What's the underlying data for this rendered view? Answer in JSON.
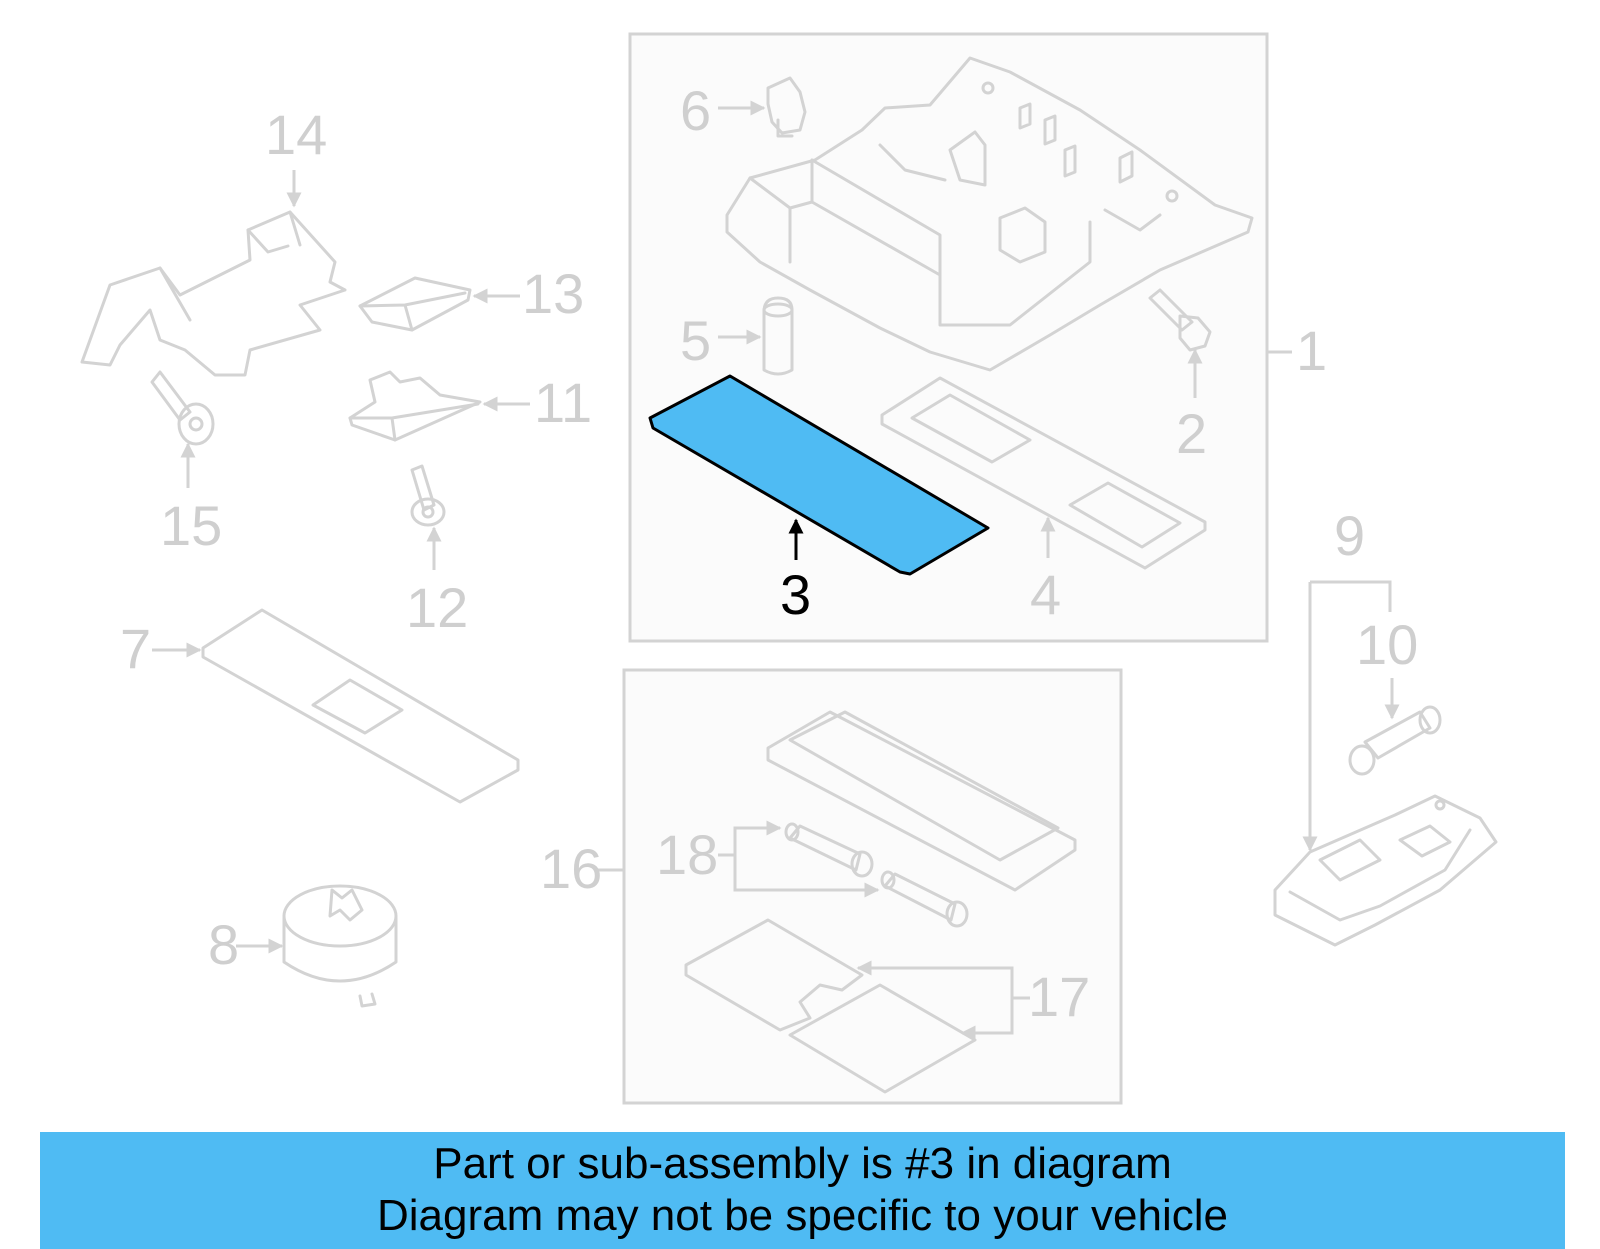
{
  "colors": {
    "highlight_fill": "#4fbbf3",
    "highlight_stroke": "#000000",
    "part_stroke": "#d3d3d3",
    "label_color": "#cfcfcf",
    "banner_background": "#4fbbf3"
  },
  "highlighted_part": "3",
  "callouts": {
    "c1": "1",
    "c2": "2",
    "c3": "3",
    "c4": "4",
    "c5": "5",
    "c6": "6",
    "c7": "7",
    "c8": "8",
    "c9": "9",
    "c10": "10",
    "c11": "11",
    "c12": "12",
    "c13": "13",
    "c14": "14",
    "c15": "15",
    "c16": "16",
    "c17": "17",
    "c18": "18"
  },
  "banner": {
    "line1": "Part or sub-assembly is #3 in diagram",
    "line2": "Diagram may not be specific to your vehicle"
  }
}
